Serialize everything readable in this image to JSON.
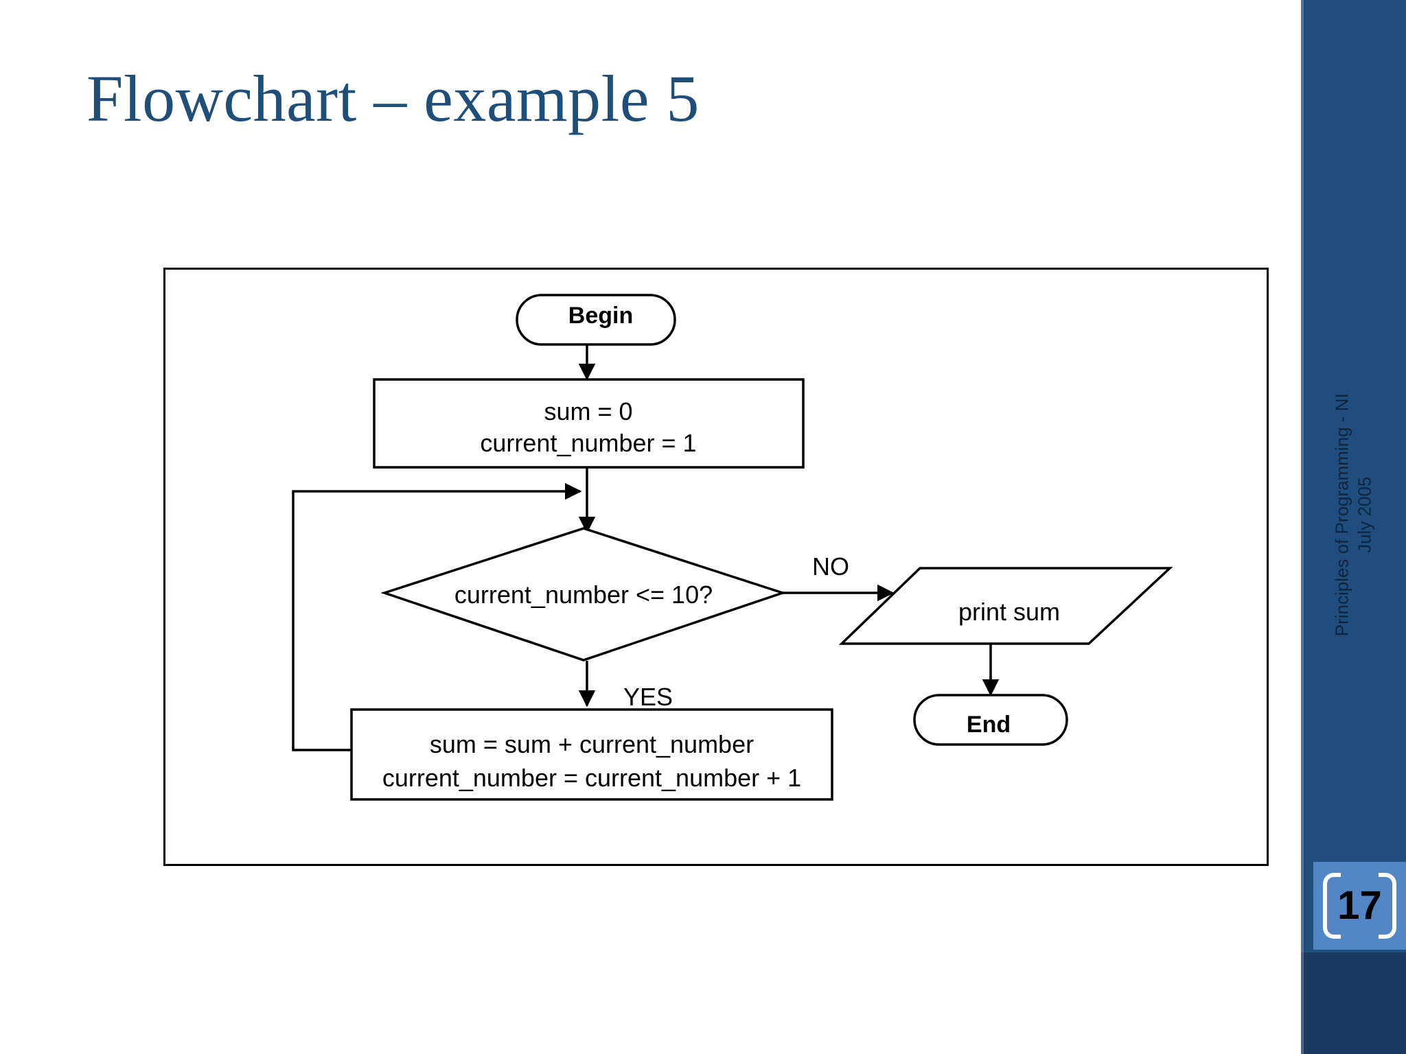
{
  "slide": {
    "title": "Flowchart – example 5",
    "page_number": "17",
    "footer_line1": "Principles of Programming - NI",
    "footer_line2": "July 2005",
    "accent_color": "#1F4E7E",
    "title_color": "#1F4E79",
    "badge_color": "#5286C4",
    "footer_band_color": "#1B3A60"
  },
  "chart_data": {
    "type": "diagram",
    "title": "Flowchart – example 5",
    "nodes": [
      {
        "id": "begin",
        "shape": "terminator",
        "label": "Begin",
        "bold": true
      },
      {
        "id": "init",
        "shape": "process",
        "label": "sum = 0\ncurrent_number = 1",
        "bold": false
      },
      {
        "id": "decision",
        "shape": "decision",
        "label": "current_number <= 10?",
        "bold": false
      },
      {
        "id": "print",
        "shape": "parallelogram",
        "label": "print sum",
        "bold": false
      },
      {
        "id": "end",
        "shape": "terminator",
        "label": "End",
        "bold": true
      },
      {
        "id": "loop",
        "shape": "process",
        "label": "sum = sum + current_number\ncurrent_number = current_number + 1",
        "bold": false
      }
    ],
    "edges": [
      {
        "from": "begin",
        "to": "init",
        "label": ""
      },
      {
        "from": "init",
        "to": "decision",
        "label": ""
      },
      {
        "from": "decision",
        "to": "print",
        "label": "NO"
      },
      {
        "from": "decision",
        "to": "loop",
        "label": "YES"
      },
      {
        "from": "print",
        "to": "end",
        "label": ""
      },
      {
        "from": "loop",
        "to": "decision",
        "label": ""
      }
    ]
  },
  "nodes": {
    "begin": {
      "label": "Begin"
    },
    "init": {
      "line1": "sum = 0",
      "line2": "current_number = 1"
    },
    "decision": {
      "label": "current_number <= 10?"
    },
    "print": {
      "label": "print sum"
    },
    "end": {
      "label": "End"
    },
    "loop": {
      "line1": "sum = sum + current_number",
      "line2": "current_number = current_number + 1"
    }
  },
  "edge_labels": {
    "no": "NO",
    "yes": "YES"
  }
}
